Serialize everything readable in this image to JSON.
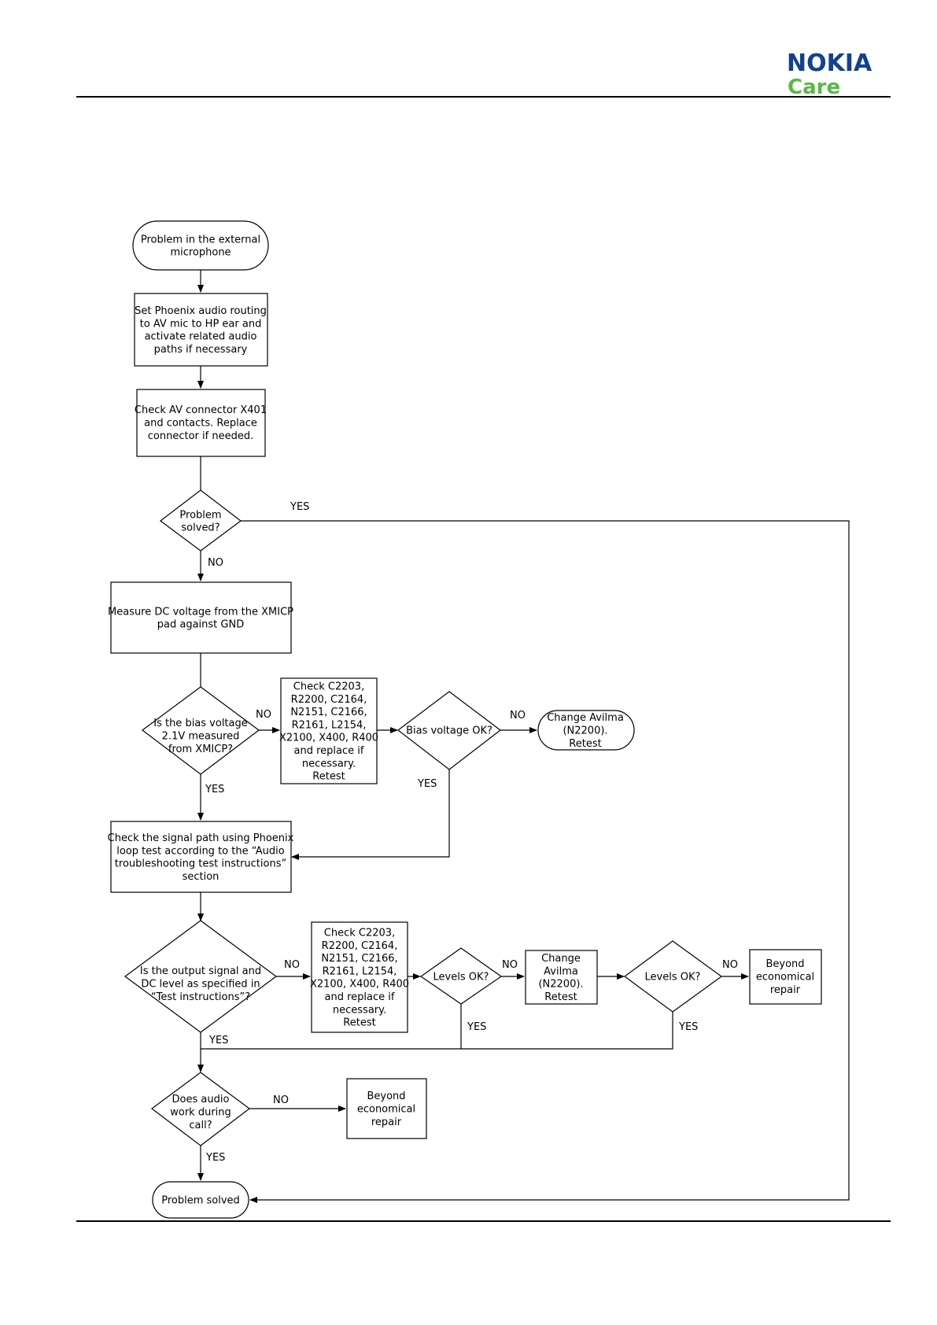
{
  "header": {
    "brand": "NOKIA",
    "sub_brand": "Care",
    "brand_color": "#124191",
    "sub_brand_color": "#58b946"
  },
  "nodes": {
    "start": [
      "Problem in the external",
      "microphone"
    ],
    "set_routing": [
      "Set Phoenix audio routing",
      "to AV mic to HP ear and",
      "activate related audio",
      "paths if necessary"
    ],
    "check_av": [
      "Check AV connector X401",
      "and contacts. Replace",
      "connector if needed."
    ],
    "problem_solved_q": [
      "Problem",
      "solved?"
    ],
    "measure_dc": [
      "Measure DC voltage from the XMICP",
      "pad against GND"
    ],
    "bias_q": [
      "Is the bias voltage",
      "2.1V measured",
      "from XMICP?"
    ],
    "check_components_1": [
      "Check C2203,",
      "R2200, C2164,",
      "N2151, C2166,",
      "R2161, L2154,",
      "X2100, X400, R400",
      "and replace if",
      "necessary.",
      "Retest"
    ],
    "bias_ok_q": [
      "Bias voltage OK?"
    ],
    "change_avilma_1": [
      "Change Avilma",
      "(N2200).",
      "Retest"
    ],
    "check_signal": [
      "Check the signal path using Phoenix",
      "loop test according to the “Audio",
      "troubleshooting test instructions”",
      "section"
    ],
    "output_q": [
      "Is the output signal and",
      "DC level as specified in",
      "“Test instructions”?"
    ],
    "check_components_2": [
      "Check C2203,",
      "R2200, C2164,",
      "N2151, C2166,",
      "R2161, L2154,",
      "X2100, X400, R400",
      "and replace if",
      "necessary.",
      "Retest"
    ],
    "levels_ok_q1": [
      "Levels OK?"
    ],
    "change_avilma_2": [
      "Change",
      "Avilma",
      "(N2200).",
      "Retest"
    ],
    "levels_ok_q2": [
      "Levels OK?"
    ],
    "beyond_1": [
      "Beyond",
      "economical",
      "repair"
    ],
    "audio_call_q": [
      "Does audio",
      "work during",
      "call?"
    ],
    "beyond_2": [
      "Beyond",
      "economical",
      "repair"
    ],
    "end": [
      "Problem solved"
    ]
  },
  "edge_labels": {
    "solved_yes": "YES",
    "solved_no": "NO",
    "bias_no": "NO",
    "bias_yes": "YES",
    "bias_ok_no": "NO",
    "bias_ok_yes": "YES",
    "output_no": "NO",
    "output_yes": "YES",
    "levels1_no": "NO",
    "levels1_yes": "YES",
    "levels2_no": "NO",
    "levels2_yes": "YES",
    "audio_no": "NO",
    "audio_yes": "YES"
  }
}
